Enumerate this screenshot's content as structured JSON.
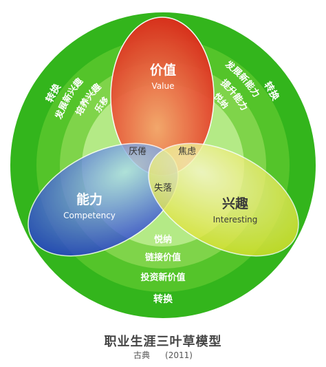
{
  "ring_labels": {
    "outer_left": "转换",
    "outer_right": "转换",
    "outer_bottom": "转换",
    "second_left": "发展新兴趣",
    "second_right": "发展新能力",
    "second_bottom": "投资新价值",
    "third_left": "培养兴趣",
    "third_right": "提升能力",
    "third_bottom": "链接价值",
    "inner_left": "乐移",
    "inner_right": "悦纳",
    "inner_bottom": "悦纳"
  },
  "circles": {
    "value": {
      "name": "价值",
      "sub": "Value",
      "color": "#e8432a"
    },
    "ability": {
      "name": "能力",
      "sub": "Competency",
      "color": "#2343d6"
    },
    "interest": {
      "name": "兴趣",
      "sub": "Interesting",
      "color": "#f0e63a"
    }
  },
  "overlaps": {
    "value_ability": "厌倦",
    "value_interest": "焦虑",
    "center": "失落"
  },
  "title": "职业生涯三叶草模型",
  "author": "古典",
  "year": "(2011)"
}
